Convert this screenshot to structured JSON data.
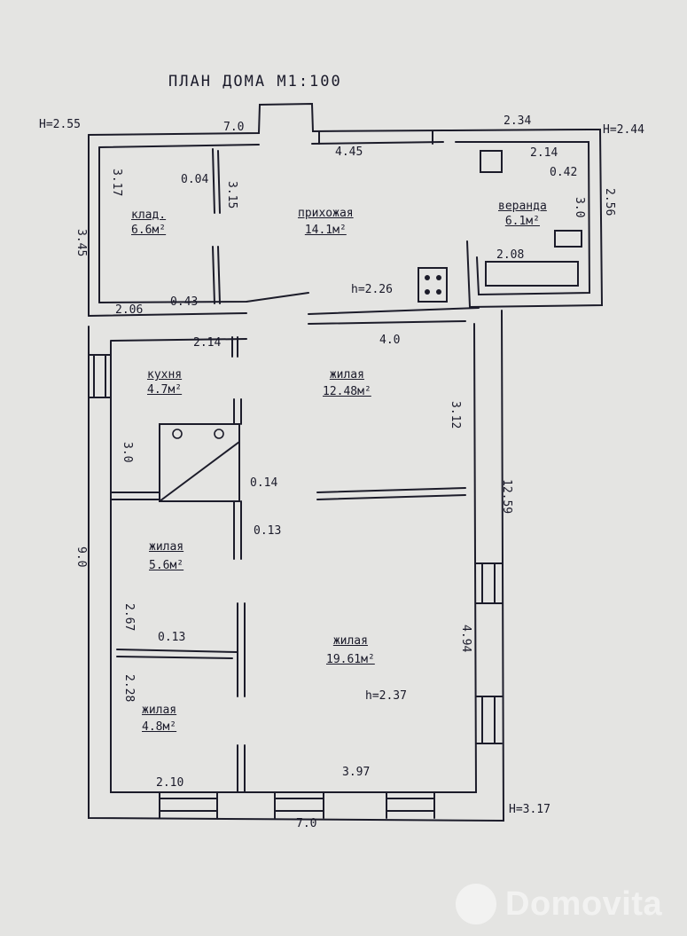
{
  "title": "ПЛАН ДОМА М1:100",
  "heights": {
    "top_left": "H=2.55",
    "top_right": "H=2.44",
    "bottom_right": "H=3.17"
  },
  "rooms": {
    "klad": {
      "name": "клад.",
      "area": "6.6м²"
    },
    "hall": {
      "name": "прихожая",
      "area": "14.1м²"
    },
    "veranda": {
      "name": "веранда",
      "area": "6.1м²"
    },
    "kitchen": {
      "name": "кухня",
      "area": "4.7м²"
    },
    "living_top": {
      "name": "жилая",
      "area": "12.48м²"
    },
    "living_mid": {
      "name": "жилая",
      "area": "5.6м²"
    },
    "living_big": {
      "name": "жилая",
      "area": "19.61м²"
    },
    "living_small": {
      "name": "жилая",
      "area": "4.8м²"
    }
  },
  "ceiling": {
    "hall": "h=2.26",
    "living_big": "h=2.37"
  },
  "dims": {
    "top_7": "7.0",
    "top_445": "4.45",
    "top_234": "2.34",
    "klad_317": "3.17",
    "klad_004": "0.04",
    "klad_315": "3.15",
    "left_345": "3.45",
    "klad_206": "2.06",
    "klad_043": "0.43",
    "ver_214": "2.14",
    "ver_042": "0.42",
    "ver_30": "3.0",
    "ver_256": "2.56",
    "ver_208": "2.08",
    "kit_214": "2.14",
    "liv_40": "4.0",
    "liv_312": "3.12",
    "kit_30": "3.0",
    "right_1259": "12.59",
    "p_014": "0.14",
    "p_013": "0.13",
    "left_90": "9.0",
    "sm_267": "2.67",
    "sm_013": "0.13",
    "big_494": "4.94",
    "sm_228": "2.28",
    "bot_210": "2.10",
    "bot_397": "3.97",
    "bot_70": "7.0"
  },
  "watermark": "Domovita"
}
